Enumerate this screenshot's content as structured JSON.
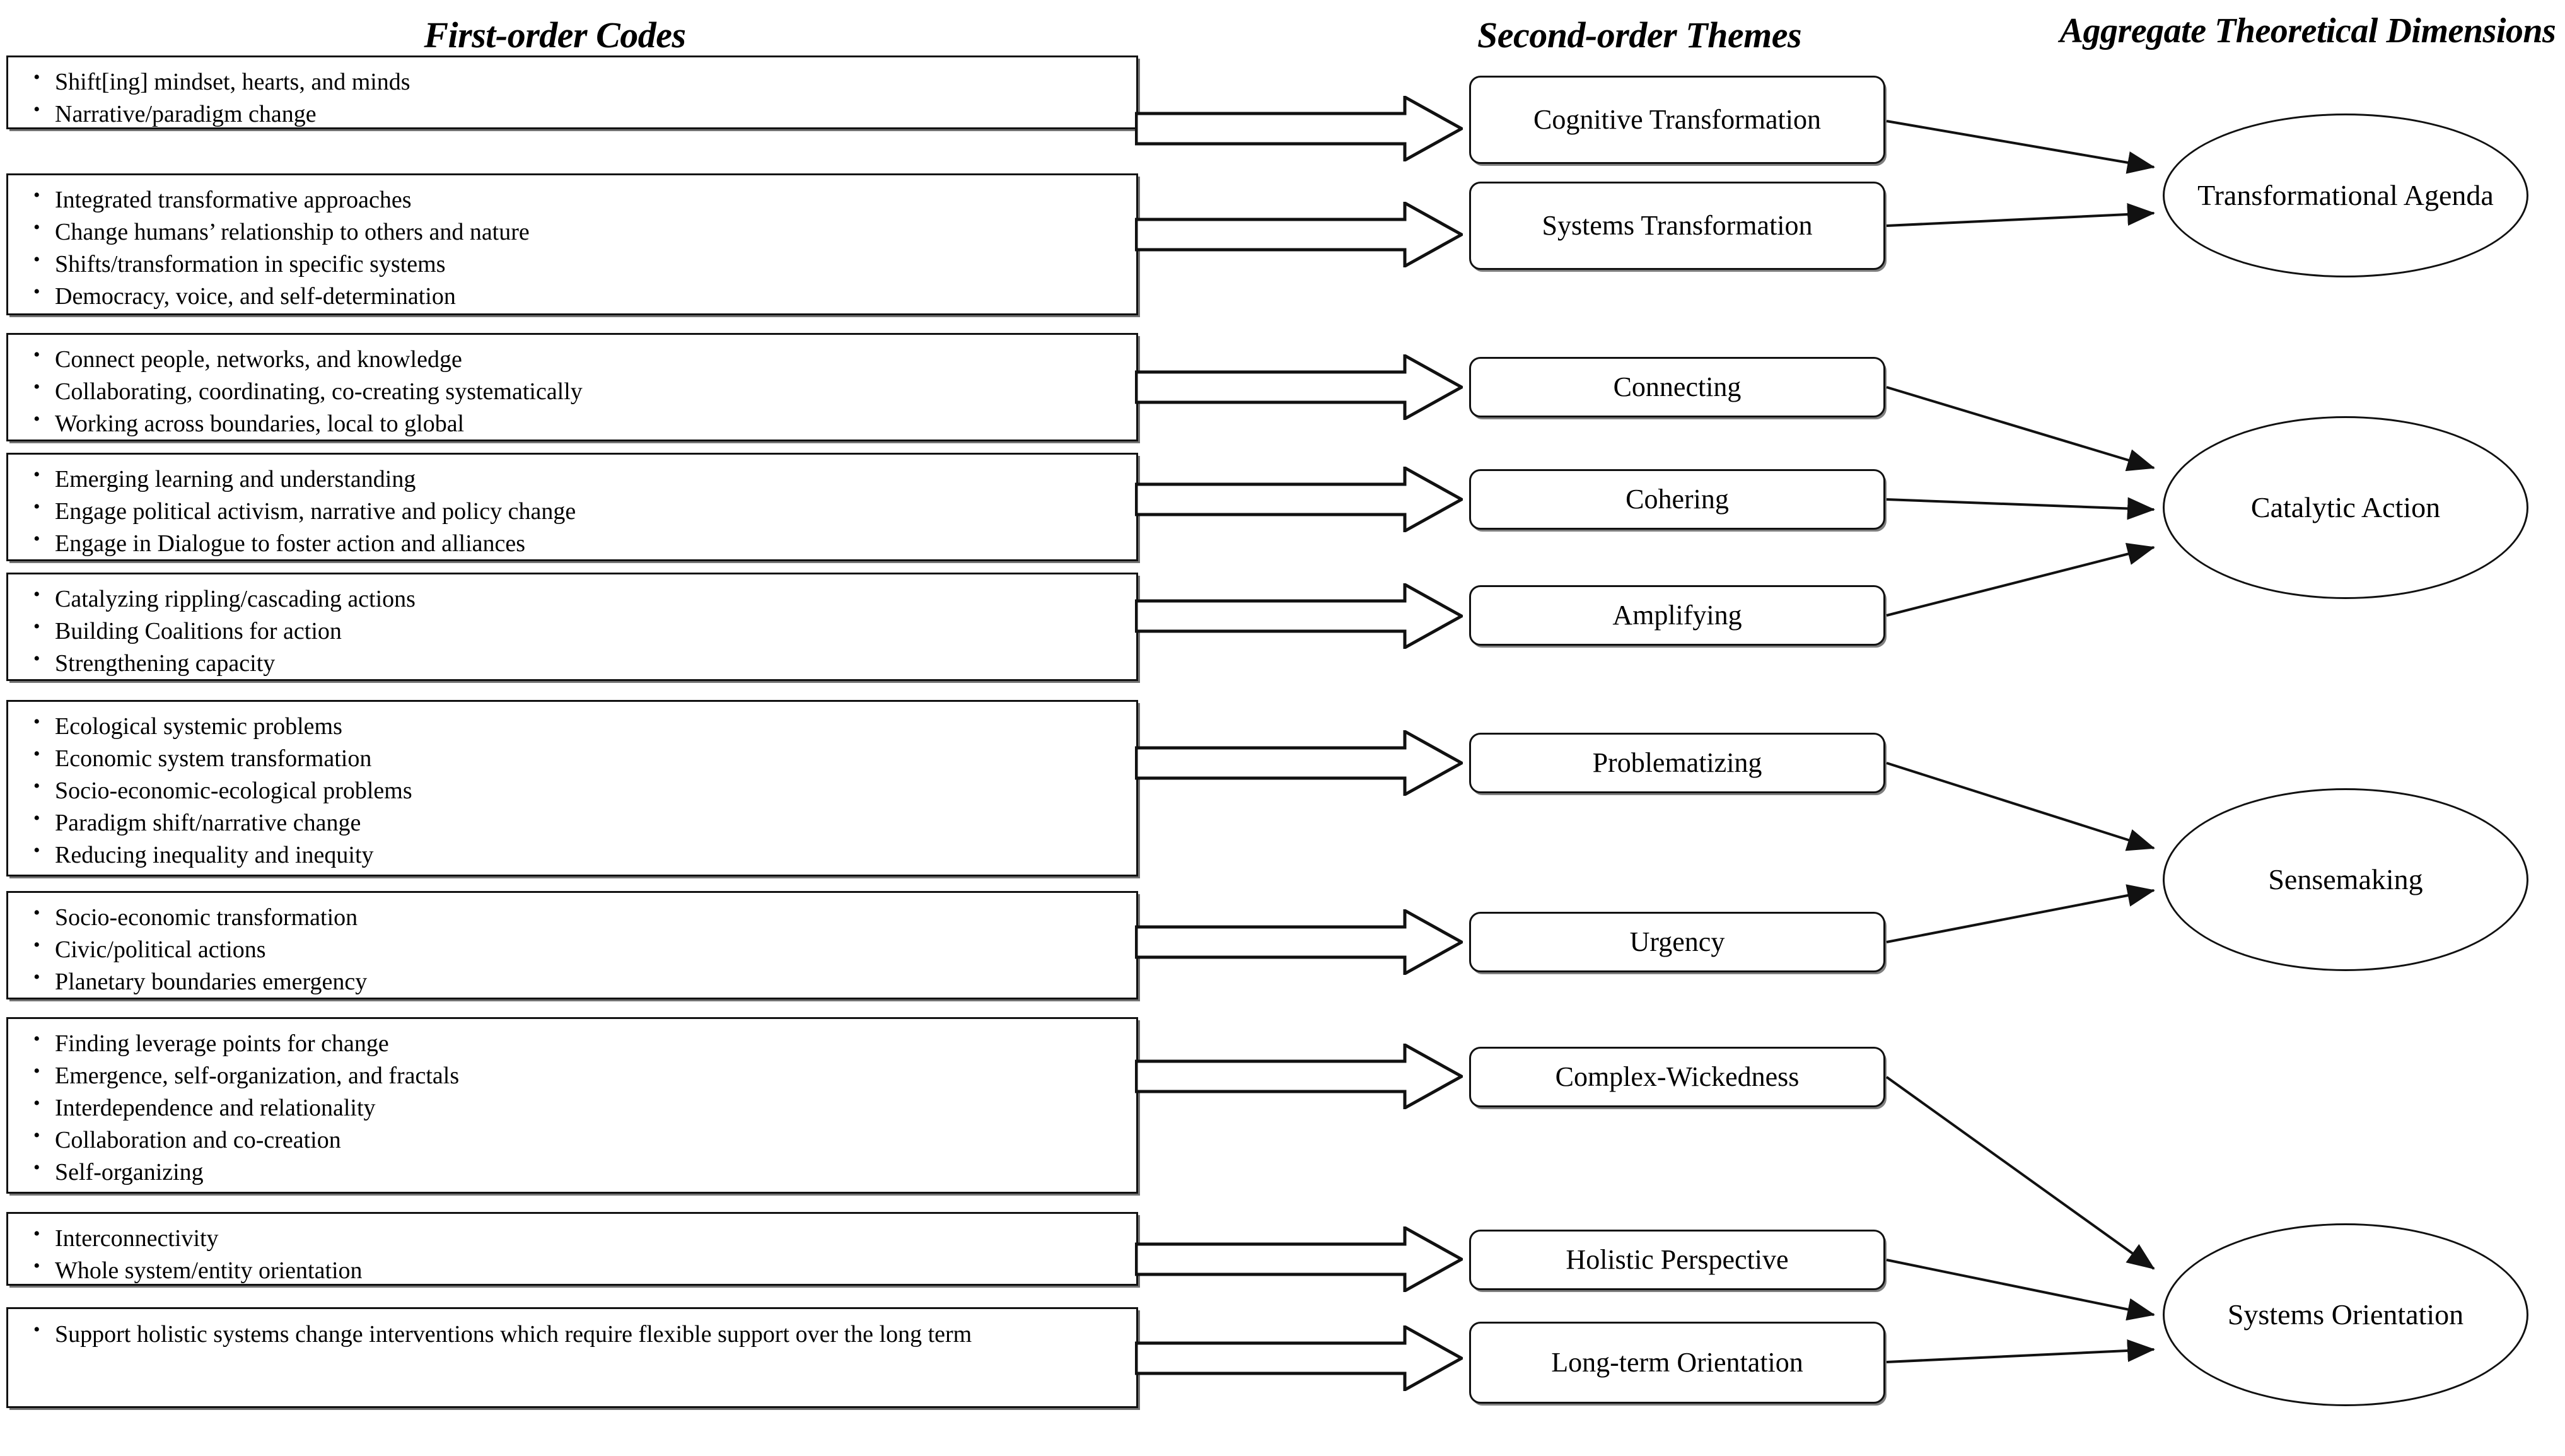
{
  "headers": {
    "first_order": "First-order Codes",
    "second_order": "Second-order Themes",
    "aggregate": "Aggregate Theoretical Dimensions"
  },
  "first_order_boxes": [
    {
      "id": "box-1",
      "items": [
        "Shift[ing] mindset, hearts, and minds",
        "Narrative/paradigm change"
      ]
    },
    {
      "id": "box-2",
      "items": [
        "Integrated transformative approaches",
        "Change humans’ relationship to others and nature",
        "Shifts/transformation in specific systems",
        "Democracy, voice, and self-determination"
      ]
    },
    {
      "id": "box-3",
      "items": [
        "Connect people, networks, and knowledge",
        "Collaborating, coordinating, co-creating systematically",
        "Working across boundaries, local to global"
      ]
    },
    {
      "id": "box-4",
      "items": [
        "Emerging learning and understanding",
        "Engage political activism, narrative and policy change",
        "Engage in Dialogue to foster action and alliances"
      ]
    },
    {
      "id": "box-5",
      "items": [
        "Catalyzing rippling/cascading actions",
        "Building Coalitions for action",
        "Strengthening capacity"
      ]
    },
    {
      "id": "box-6",
      "items": [
        "Ecological systemic problems",
        "Economic system transformation",
        "Socio-economic-ecological problems",
        "Paradigm shift/narrative change",
        "Reducing inequality and inequity"
      ]
    },
    {
      "id": "box-7",
      "items": [
        "Socio-economic transformation",
        "Civic/political actions",
        "Planetary boundaries emergency"
      ]
    },
    {
      "id": "box-8",
      "items": [
        "Finding leverage points for change",
        "Emergence, self-organization, and fractals",
        "Interdependence and relationality",
        "Collaboration and co-creation",
        "Self-organizing"
      ]
    },
    {
      "id": "box-9",
      "items": [
        "Interconnectivity",
        "Whole system/entity orientation"
      ]
    },
    {
      "id": "box-10",
      "items": [
        "Support holistic systems change interventions which require flexible support over the long term"
      ]
    }
  ],
  "second_order_themes": [
    {
      "id": "theme-cognitive-transformation",
      "label": "Cognitive Transformation"
    },
    {
      "id": "theme-systems-transformation",
      "label": "Systems Transformation"
    },
    {
      "id": "theme-connecting",
      "label": "Connecting"
    },
    {
      "id": "theme-cohering",
      "label": "Cohering"
    },
    {
      "id": "theme-amplifying",
      "label": "Amplifying"
    },
    {
      "id": "theme-problematizing",
      "label": "Problematizing"
    },
    {
      "id": "theme-urgency",
      "label": "Urgency"
    },
    {
      "id": "theme-complex-wickedness",
      "label": "Complex-Wickedness"
    },
    {
      "id": "theme-holistic-perspective",
      "label": "Holistic Perspective"
    },
    {
      "id": "theme-long-term-orientation",
      "label": "Long-term Orientation"
    }
  ],
  "aggregate_dimensions": [
    {
      "id": "dim-transformational-agenda",
      "label": "Transformational Agenda"
    },
    {
      "id": "dim-catalytic-action",
      "label": "Catalytic Action"
    },
    {
      "id": "dim-sensemaking",
      "label": "Sensemaking"
    },
    {
      "id": "dim-systems-orientation",
      "label": "Systems Orientation"
    }
  ],
  "colors": {
    "stroke": "#111111",
    "background": "#ffffff",
    "text": "#000000"
  },
  "chart_data": {
    "type": "diagram",
    "title": "Gioia data structure: First-order Codes → Second-order Themes → Aggregate Theoretical Dimensions",
    "links_codes_to_themes": [
      {
        "from": "box-1",
        "to": "theme-cognitive-transformation"
      },
      {
        "from": "box-2",
        "to": "theme-systems-transformation"
      },
      {
        "from": "box-3",
        "to": "theme-connecting"
      },
      {
        "from": "box-4",
        "to": "theme-cohering"
      },
      {
        "from": "box-5",
        "to": "theme-amplifying"
      },
      {
        "from": "box-6",
        "to": "theme-problematizing"
      },
      {
        "from": "box-7",
        "to": "theme-urgency"
      },
      {
        "from": "box-8",
        "to": "theme-complex-wickedness"
      },
      {
        "from": "box-9",
        "to": "theme-holistic-perspective"
      },
      {
        "from": "box-10",
        "to": "theme-long-term-orientation"
      }
    ],
    "links_themes_to_dimensions": [
      {
        "from": "theme-cognitive-transformation",
        "to": "dim-transformational-agenda"
      },
      {
        "from": "theme-systems-transformation",
        "to": "dim-transformational-agenda"
      },
      {
        "from": "theme-connecting",
        "to": "dim-catalytic-action"
      },
      {
        "from": "theme-cohering",
        "to": "dim-catalytic-action"
      },
      {
        "from": "theme-amplifying",
        "to": "dim-catalytic-action"
      },
      {
        "from": "theme-problematizing",
        "to": "dim-sensemaking"
      },
      {
        "from": "theme-urgency",
        "to": "dim-sensemaking"
      },
      {
        "from": "theme-complex-wickedness",
        "to": "dim-systems-orientation"
      },
      {
        "from": "theme-holistic-perspective",
        "to": "dim-systems-orientation"
      },
      {
        "from": "theme-long-term-orientation",
        "to": "dim-systems-orientation"
      }
    ]
  }
}
